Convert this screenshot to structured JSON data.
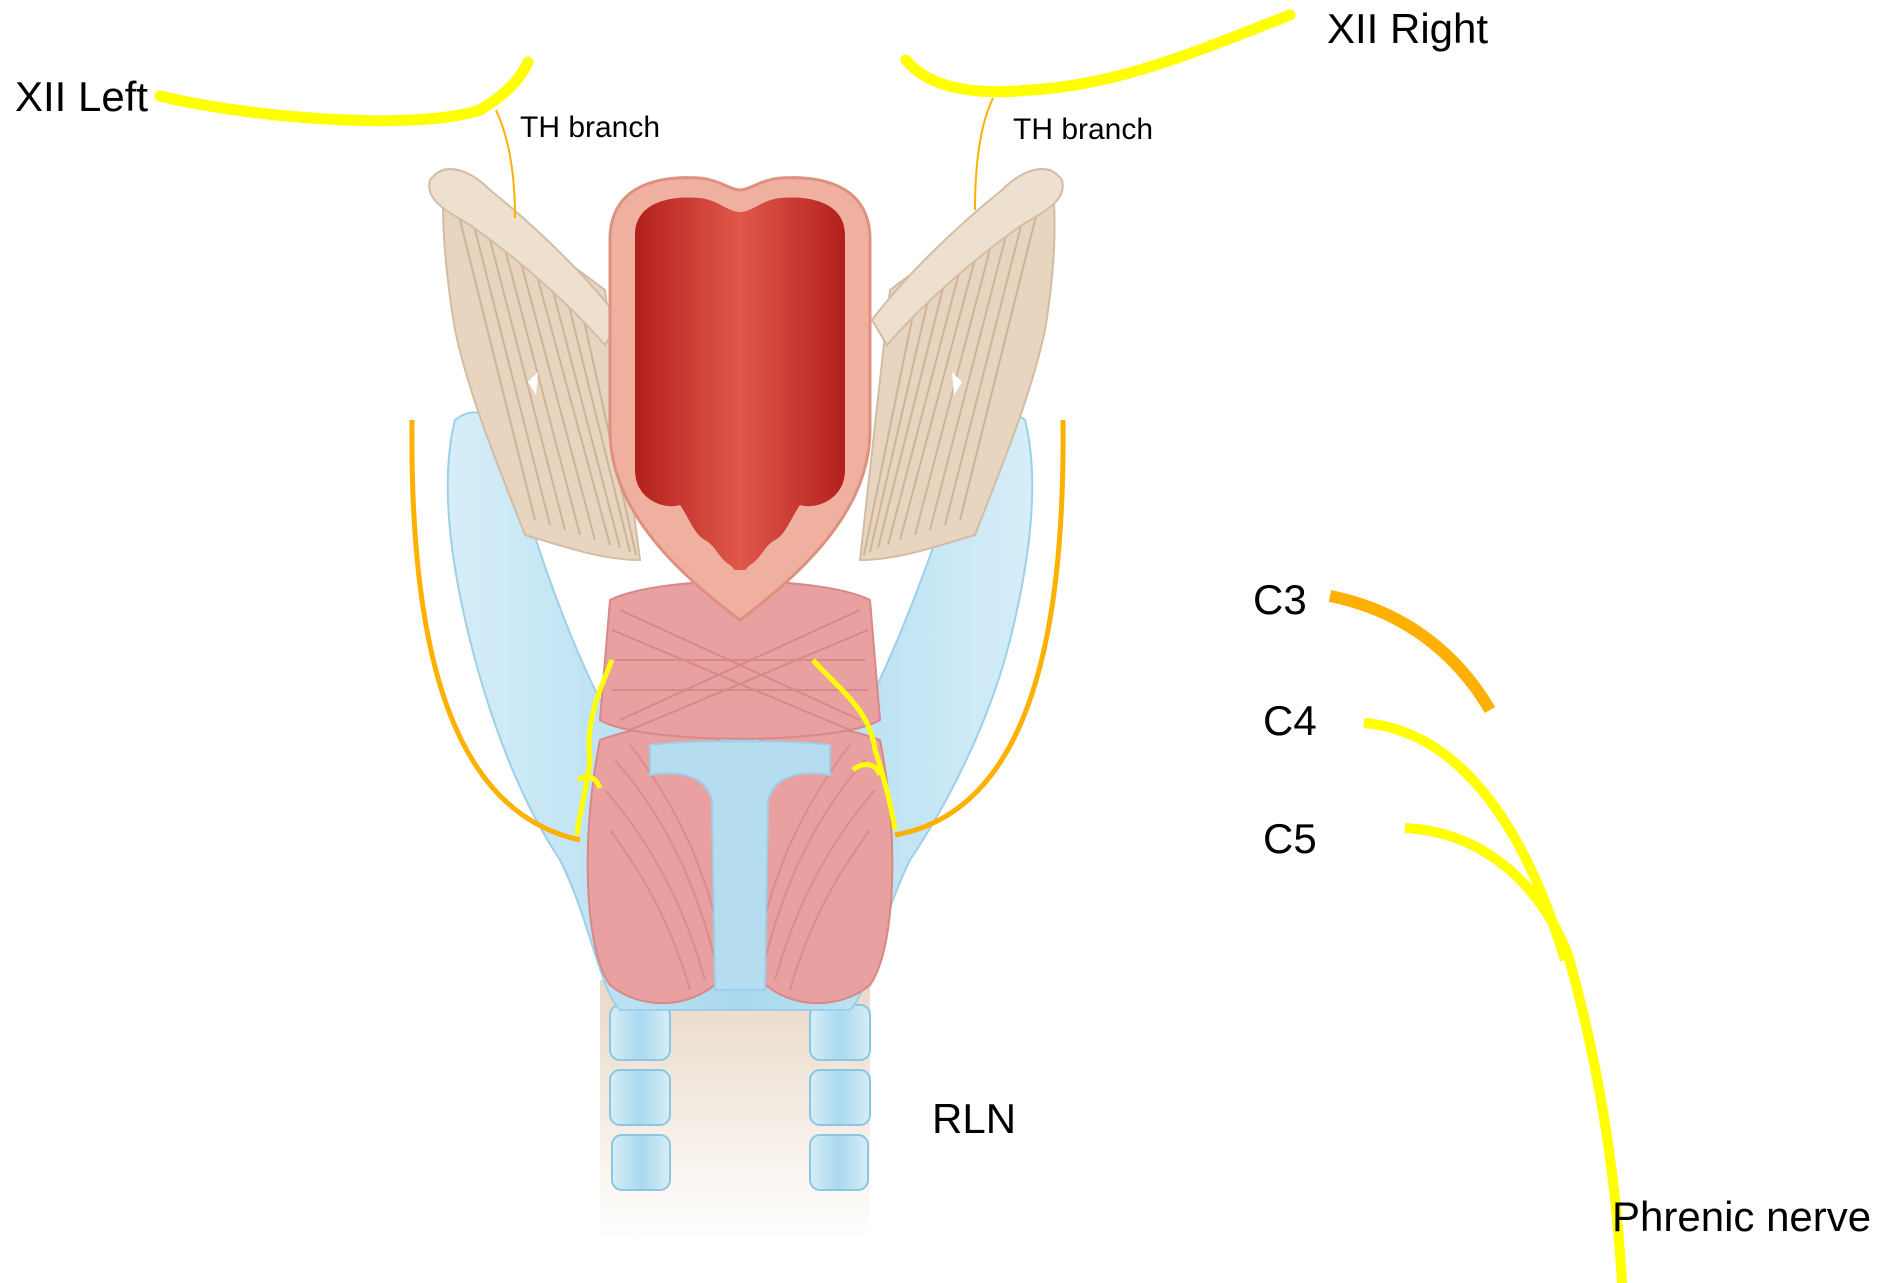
{
  "labels": {
    "xii_left": "XII Left",
    "xii_right": "XII Right",
    "th_branch_left": "TH branch",
    "th_branch_right": "TH branch",
    "c3": "C3",
    "c4": "C4",
    "c5": "C5",
    "rln": "RLN",
    "phrenic": "Phrenic nerve"
  },
  "colors": {
    "nerve_yellow": "#ffff00",
    "nerve_orange": "#ffb000",
    "cartilage_blue": "#bfe3f3",
    "muscle_pink": "#e9a0a0",
    "muscle_fiber": "#d98888",
    "lumen_red": "#c7302a",
    "mucosa_pink": "#f0b0a0",
    "membrane_tan": "#e8d5c0",
    "trachea_tan": "#eedfcf"
  }
}
